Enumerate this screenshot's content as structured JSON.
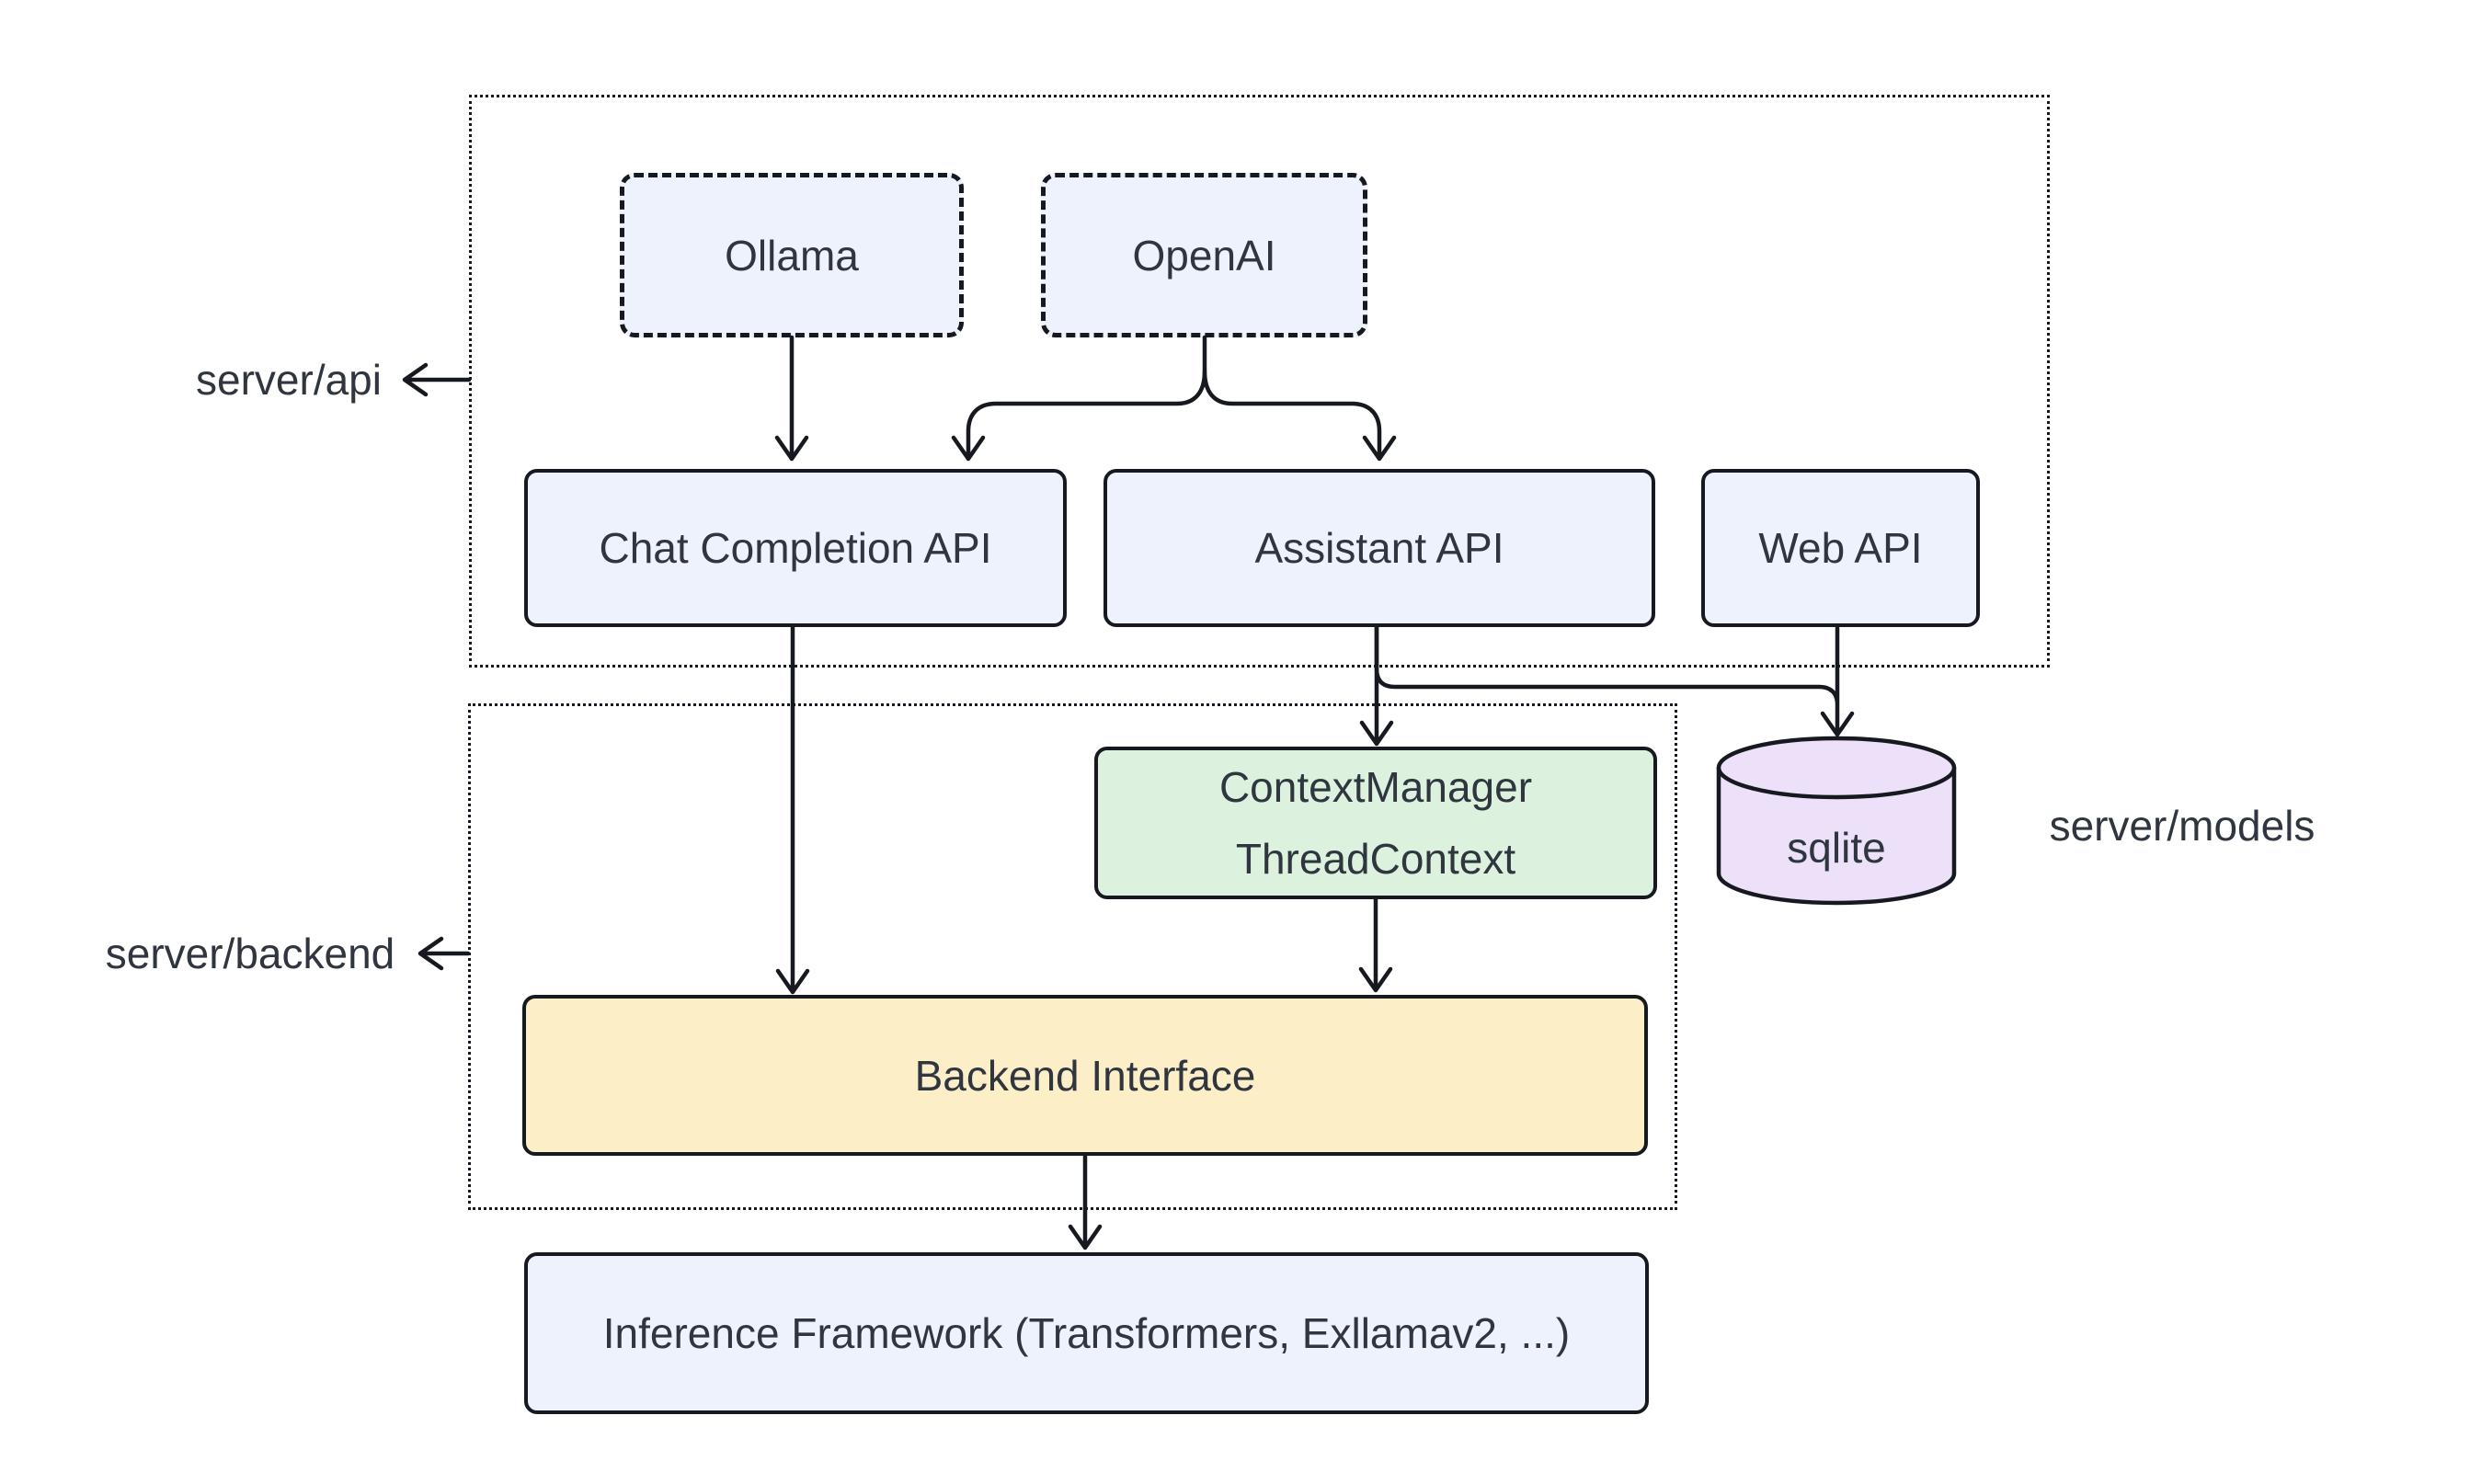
{
  "containers": {
    "api": {
      "label": "server/api"
    },
    "backend": {
      "label": "server/backend"
    },
    "models": {
      "label": "server/models"
    }
  },
  "nodes": {
    "ollama": {
      "label": "Ollama",
      "fill": "#edf2fc",
      "border_style": "dashed"
    },
    "openai": {
      "label": "OpenAI",
      "fill": "#edf2fc",
      "border_style": "dashed"
    },
    "chat_completion_api": {
      "label": "Chat Completion API",
      "fill": "#edf2fc"
    },
    "assistant_api": {
      "label": "Assistant API",
      "fill": "#edf2fc"
    },
    "web_api": {
      "label": "Web API",
      "fill": "#edf2fc"
    },
    "context_manager": {
      "label_line1": "ContextManager",
      "label_line2": "ThreadContext",
      "fill": "#ddf2de"
    },
    "backend_interface": {
      "label": "Backend Interface",
      "fill": "#fceec6"
    },
    "sqlite": {
      "label": "sqlite",
      "fill": "#ece1f8",
      "shape": "cylinder"
    },
    "inference_framework": {
      "label": "Inference Framework (Transformers, Exllamav2, ...)",
      "fill": "#edf2fc"
    }
  },
  "edges": [
    {
      "from": "ollama",
      "to": "chat_completion_api"
    },
    {
      "from": "openai",
      "to": "chat_completion_api"
    },
    {
      "from": "openai",
      "to": "assistant_api"
    },
    {
      "from": "chat_completion_api",
      "to": "backend_interface"
    },
    {
      "from": "assistant_api",
      "to": "context_manager"
    },
    {
      "from": "assistant_api",
      "to": "sqlite"
    },
    {
      "from": "web_api",
      "to": "sqlite"
    },
    {
      "from": "context_manager",
      "to": "backend_interface"
    },
    {
      "from": "backend_interface",
      "to": "inference_framework"
    }
  ],
  "colors": {
    "background": "#ffffff",
    "line": "#16191f",
    "text": "#2f3640",
    "node_blue": "#edf2fc",
    "node_green": "#ddf2de",
    "node_yellow": "#fceec6",
    "node_purple": "#ece1f8"
  }
}
